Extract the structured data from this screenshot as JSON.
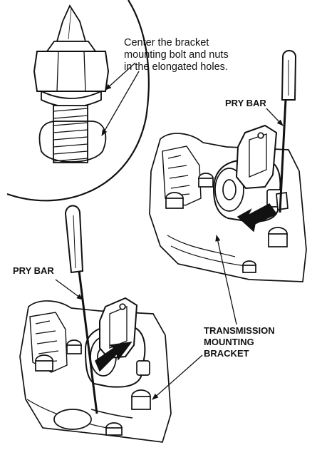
{
  "labels": {
    "detail_note": "Center the bracket\nmounting bolt and nuts\nin the elongated holes.",
    "pry_bar_top": "PRY BAR",
    "pry_bar_bottom": "PRY BAR",
    "bracket": "TRANSMISSION\nMOUNTING\nBRACKET"
  },
  "colors": {
    "ink": "#111111",
    "paper": "#ffffff"
  }
}
